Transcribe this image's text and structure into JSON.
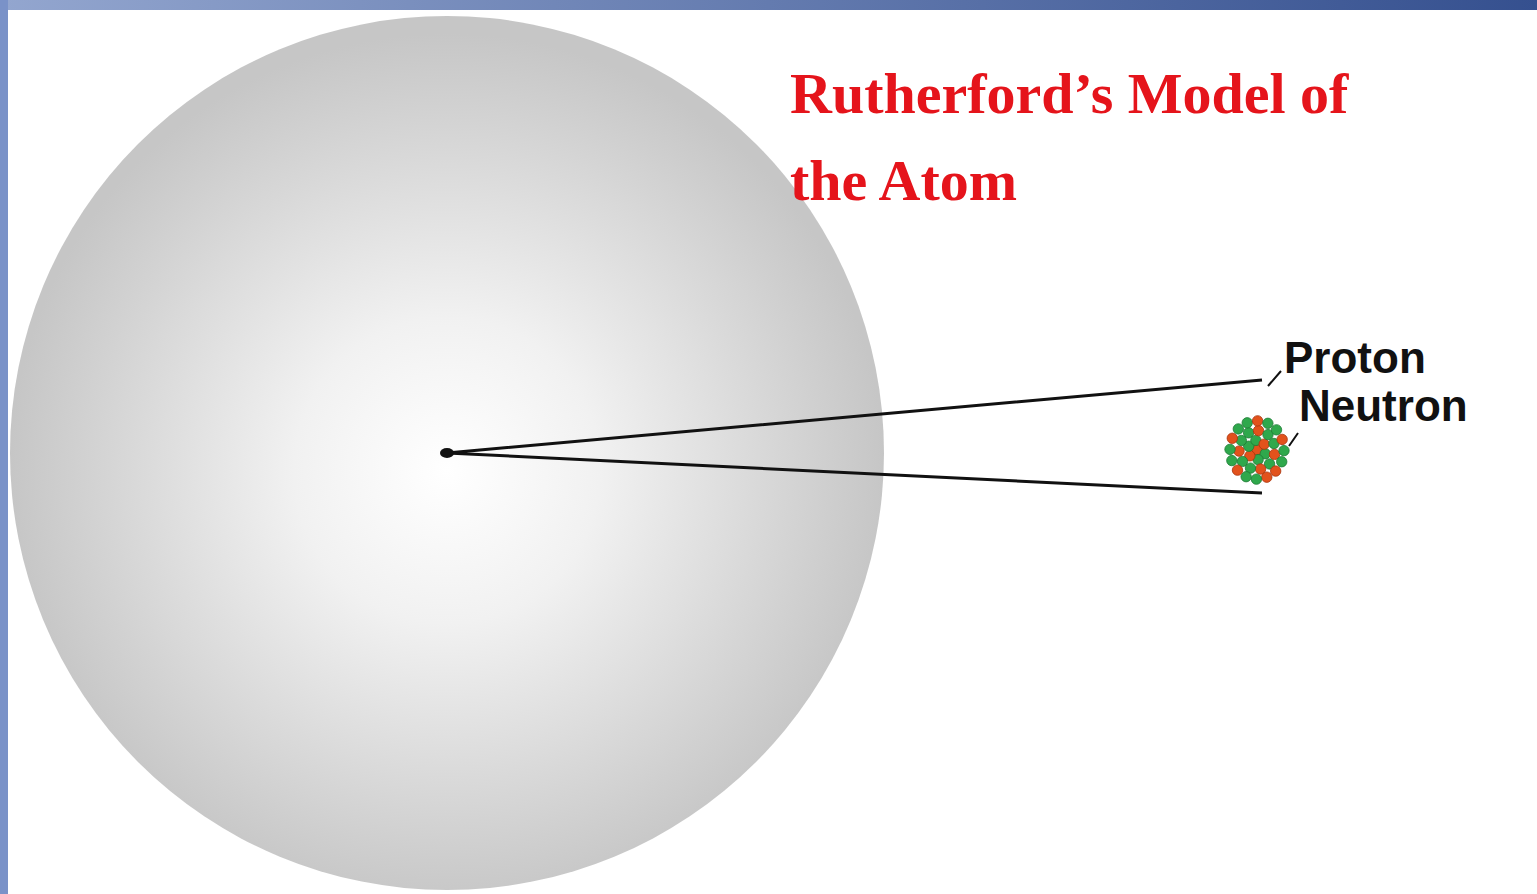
{
  "diagram": {
    "title": "Rutherford’s Model of the Atom",
    "labels": [
      "Proton",
      "Neutron"
    ]
  }
}
